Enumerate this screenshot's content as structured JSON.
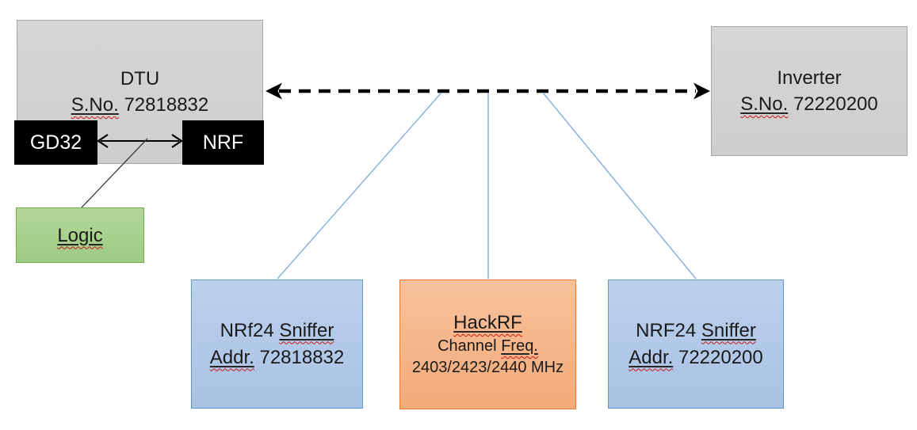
{
  "diagram": {
    "dtu": {
      "title": "DTU",
      "sno_label": "S.No.",
      "serial": "72818832",
      "chip_left": "GD32",
      "chip_right": "NRF"
    },
    "logic": {
      "label": "Logic"
    },
    "inverter": {
      "title": "Inverter",
      "sno_label": "S.No.",
      "serial": "72220200"
    },
    "sniffer_left": {
      "model": "NRf24",
      "type_word": "Sniffer",
      "addr_label": "Addr.",
      "address": "72818832"
    },
    "hackrf": {
      "title": "HackRF",
      "channel_word": "Channel",
      "freq_word": "Freq.",
      "frequencies": "2403/2423/2440 MHz"
    },
    "sniffer_right": {
      "model": "NRF24",
      "type_word": "Sniffer",
      "addr_label": "Addr.",
      "address": "72220200"
    }
  },
  "colors": {
    "gray_box_fill": "#d1d1d1",
    "gray_box_border": "#a6a6a6",
    "chip_fill": "#000000",
    "chip_text": "#ffffff",
    "logic_fill": "#a9d18e",
    "logic_border": "#70ad47",
    "sniffer_fill": "#b2c9e8",
    "sniffer_border": "#5b9bd5",
    "hackrf_fill": "#f4b183",
    "hackrf_border": "#ed7d31",
    "connector_blue": "#82aede",
    "arrow_black": "#000000",
    "squiggle_red": "#cc1616"
  }
}
